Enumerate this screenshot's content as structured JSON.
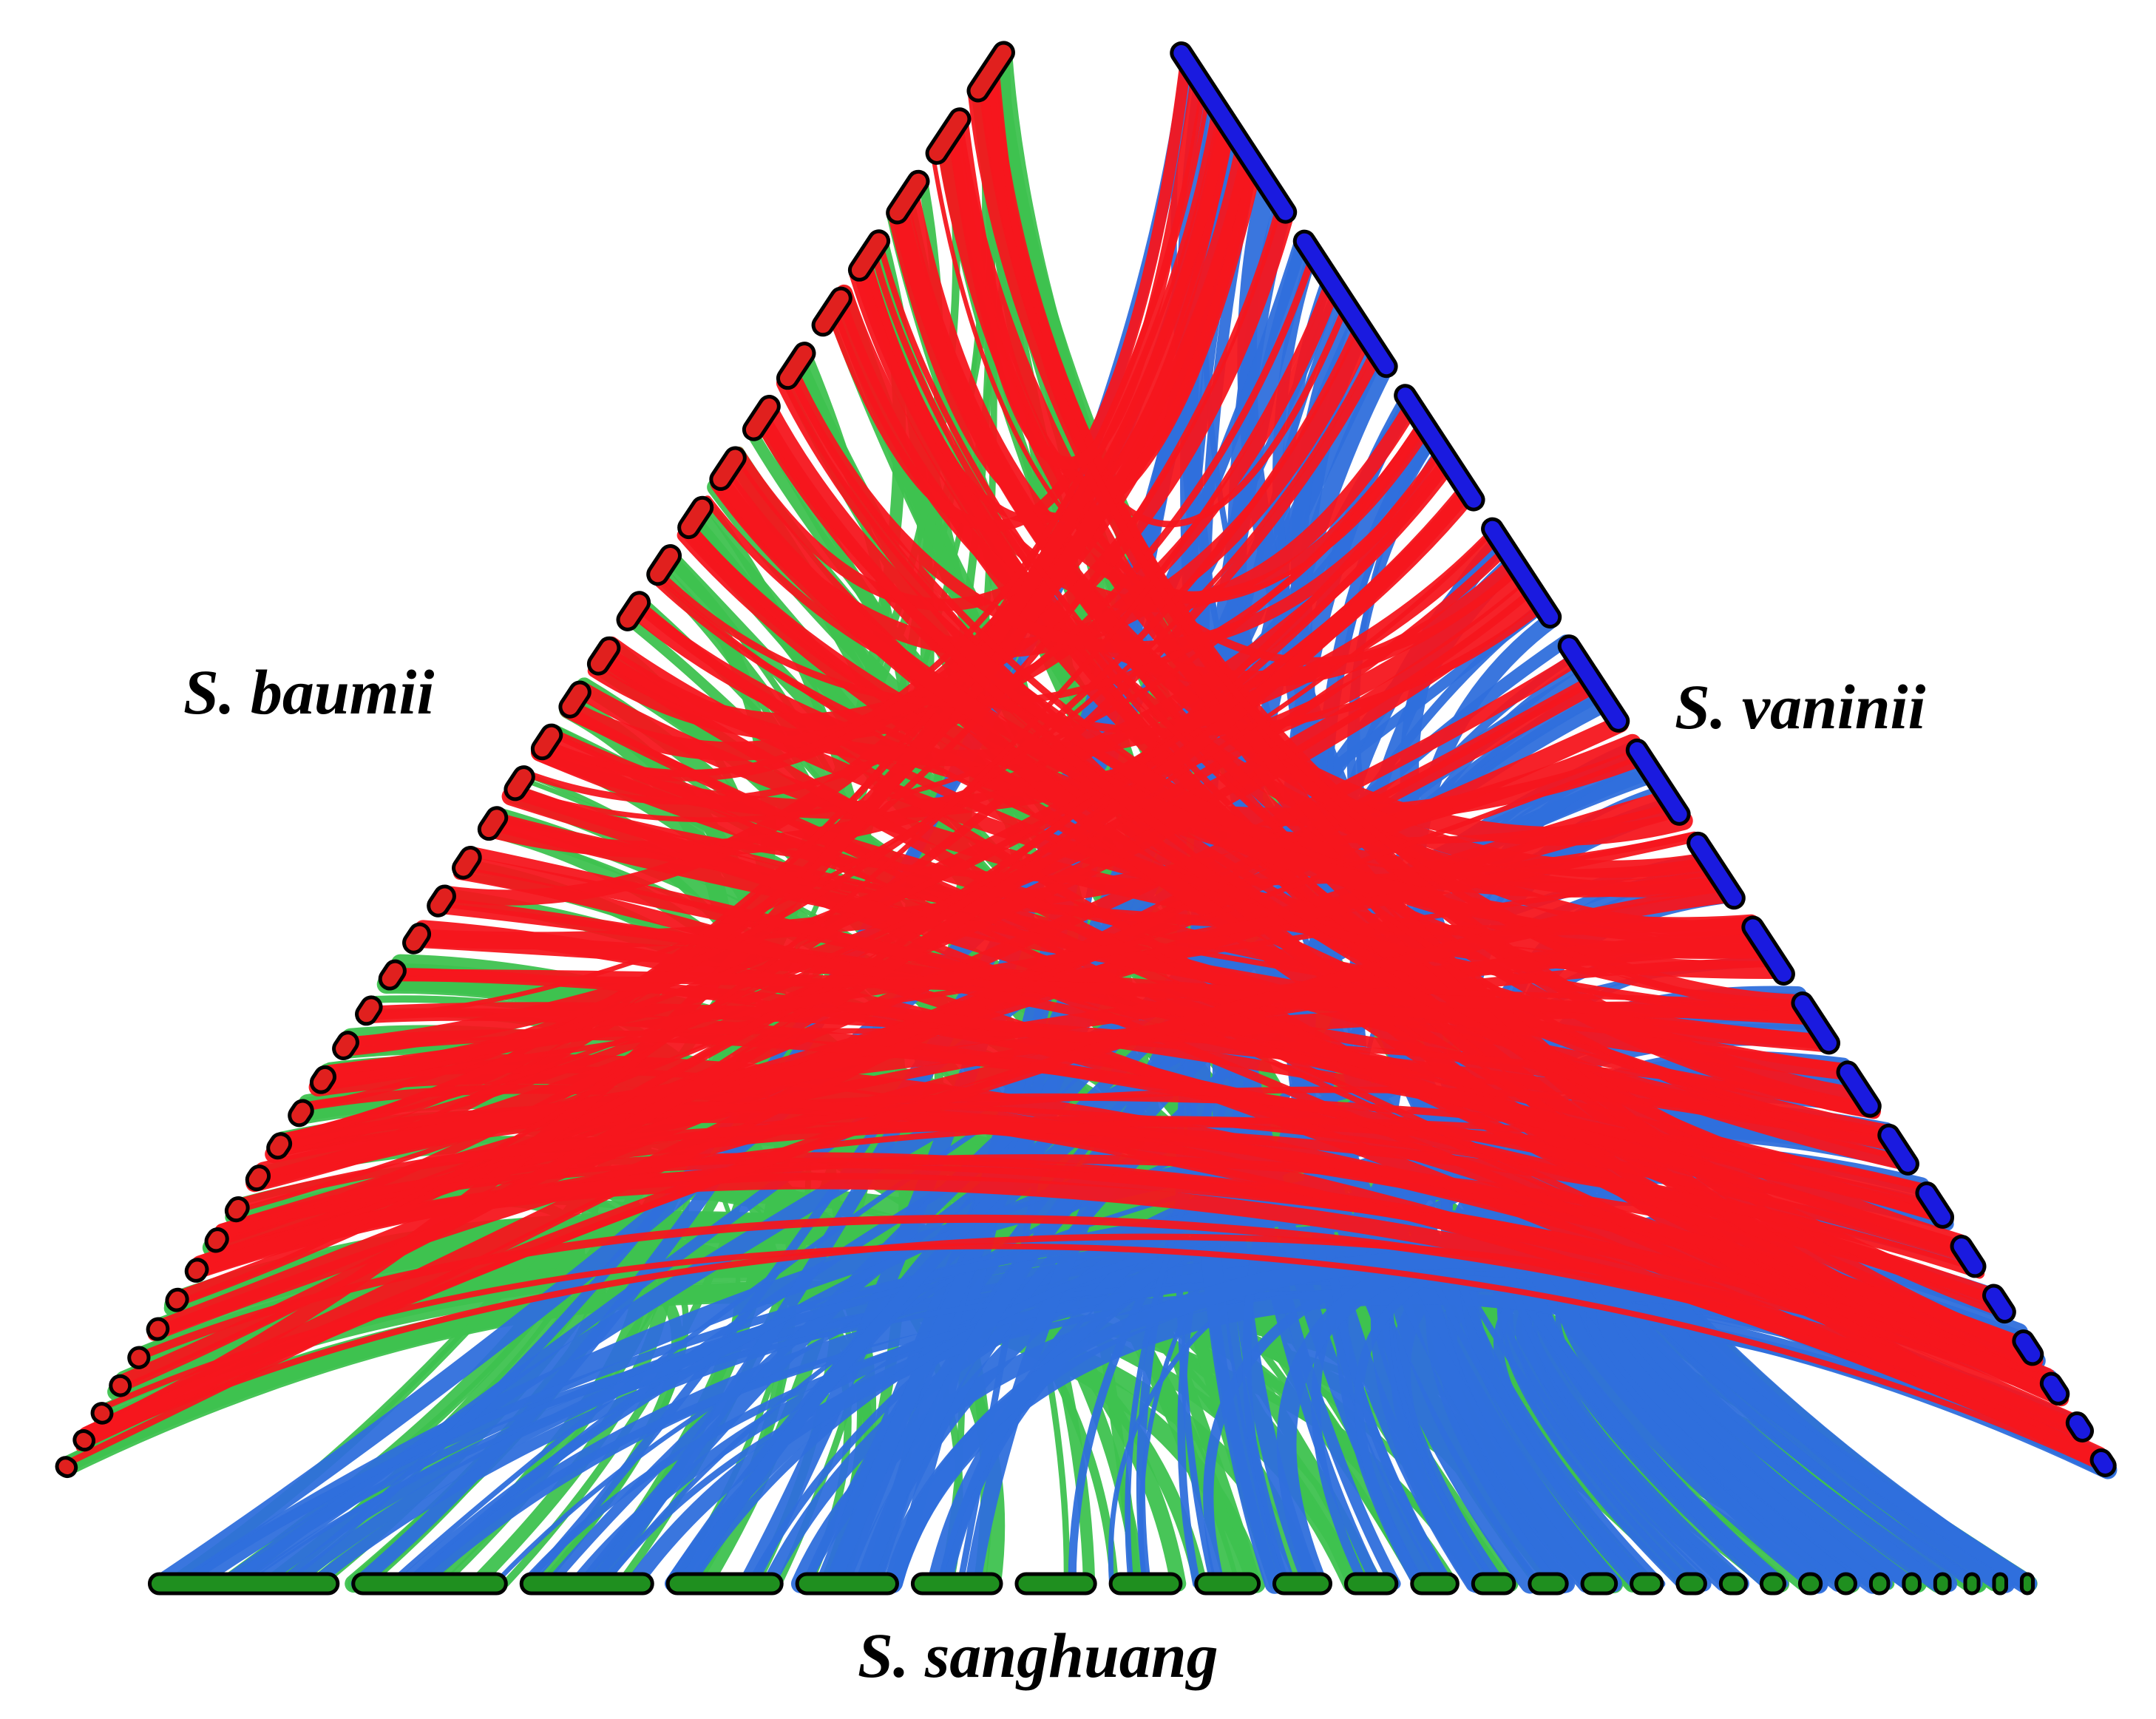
{
  "figure": {
    "species": {
      "left": "S. baumii",
      "right": "S. vaninii",
      "bottom": "S. sanghuang"
    },
    "colors": {
      "baumii_vaninii_links": "#f5161e",
      "baumii_sanghuang_links": "#3ec24f",
      "vaninii_sanghuang_links": "#2f6fdc",
      "baumii_chromosomes": "#e0201e",
      "vaninii_chromosomes": "#1a1adf",
      "sanghuang_chromosomes": "#1f8f1f",
      "outline": "#000000"
    },
    "chromosome_counts": {
      "baumii": 36,
      "vaninii": 18,
      "sanghuang": 27
    }
  }
}
